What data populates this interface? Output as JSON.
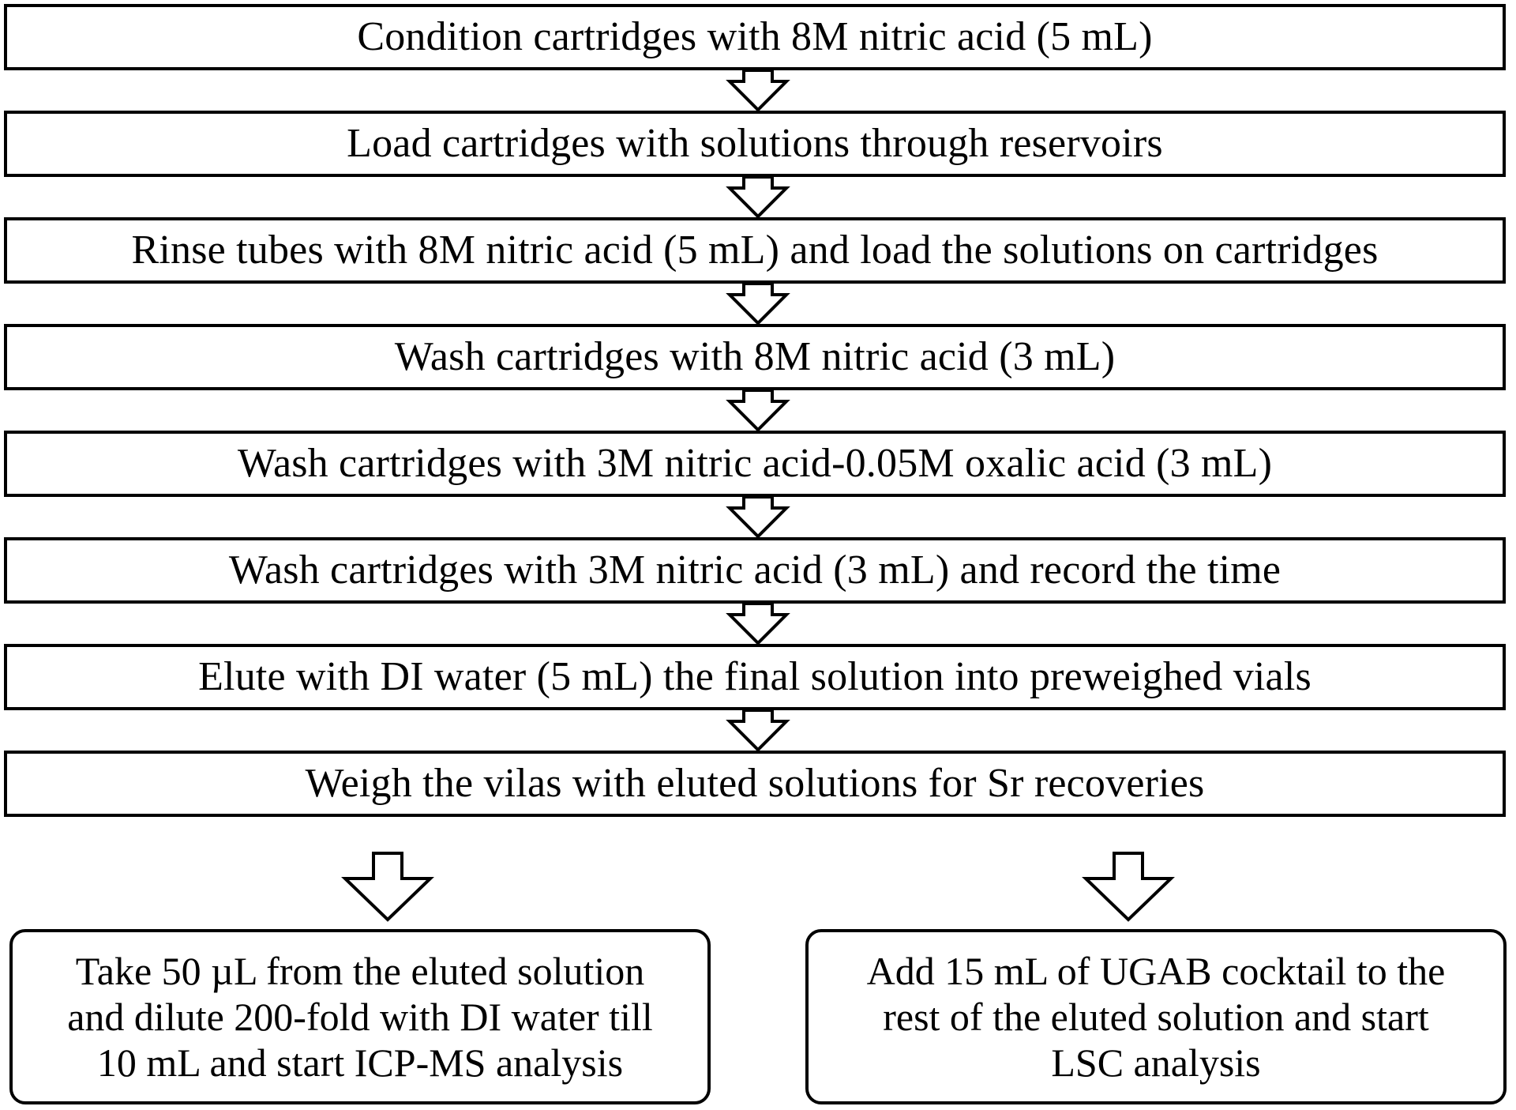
{
  "steps": [
    "Condition cartridges with 8M nitric acid (5 mL)",
    "Load cartridges with solutions through reservoirs",
    "Rinse tubes with 8M nitric acid (5 mL) and load the solutions on cartridges",
    "Wash cartridges with 8M nitric acid (3 mL)",
    "Wash cartridges with 3M nitric acid-0.05M oxalic acid (3 mL)",
    "Wash cartridges with 3M nitric acid (3 mL) and record the time",
    "Elute with DI water (5 mL) the final solution into preweighed vials",
    "Weigh the vilas with eluted solutions for Sr recoveries"
  ],
  "branches": {
    "left": {
      "lines": [
        "Take 50 µL from the eluted solution",
        "and dilute 200-fold with DI water till",
        "10 mL and start ICP-MS analysis"
      ]
    },
    "right": {
      "lines": [
        "Add 15 mL of UGAB cocktail to the",
        "rest of the eluted solution and start",
        "LSC analysis"
      ]
    }
  },
  "colors": {
    "stroke": "#000000",
    "background": "#ffffff"
  }
}
